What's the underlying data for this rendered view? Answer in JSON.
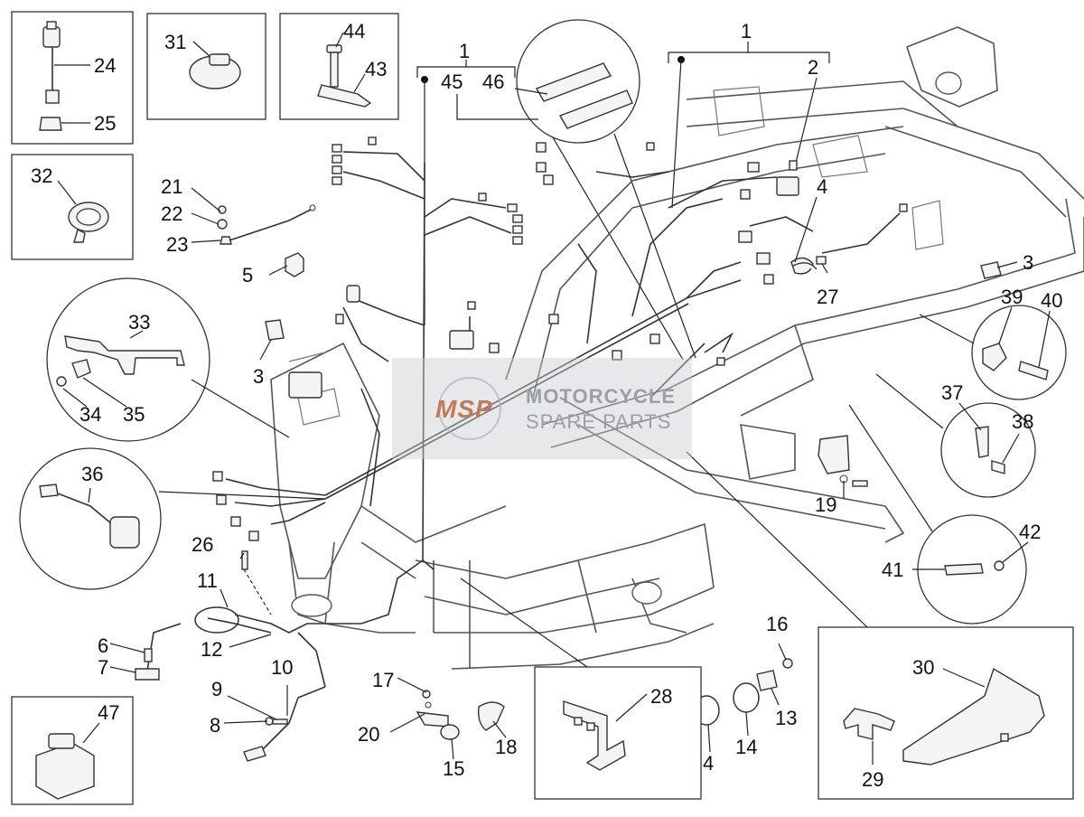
{
  "labels": {
    "l1a": "1",
    "l1b": "1",
    "l2": "2",
    "l3a": "3",
    "l3b": "3",
    "l4a": "4",
    "l4b": "4",
    "l5": "5",
    "l6": "6",
    "l7": "7",
    "l8": "8",
    "l9": "9",
    "l10": "10",
    "l11": "11",
    "l12": "12",
    "l13": "13",
    "l14": "14",
    "l15": "15",
    "l16": "16",
    "l17": "17",
    "l18": "18",
    "l19": "19",
    "l20": "20",
    "l21": "21",
    "l22": "22",
    "l23": "23",
    "l24": "24",
    "l25": "25",
    "l26": "26",
    "l27": "27",
    "l28": "28",
    "l29": "29",
    "l30": "30",
    "l31": "31",
    "l32": "32",
    "l33": "33",
    "l34": "34",
    "l35": "35",
    "l36": "36",
    "l37": "37",
    "l38": "38",
    "l39": "39",
    "l40": "40",
    "l41": "41",
    "l42": "42",
    "l43": "43",
    "l44": "44",
    "l45": "45",
    "l46": "46",
    "l47": "47"
  },
  "watermark": {
    "logo": "MSP",
    "line1": "MOTORCYCLE",
    "line2": "SPARE PARTS"
  },
  "colors": {
    "line": "#222222",
    "frame": "#555555",
    "watermark_bg": "#c9ccd1"
  }
}
